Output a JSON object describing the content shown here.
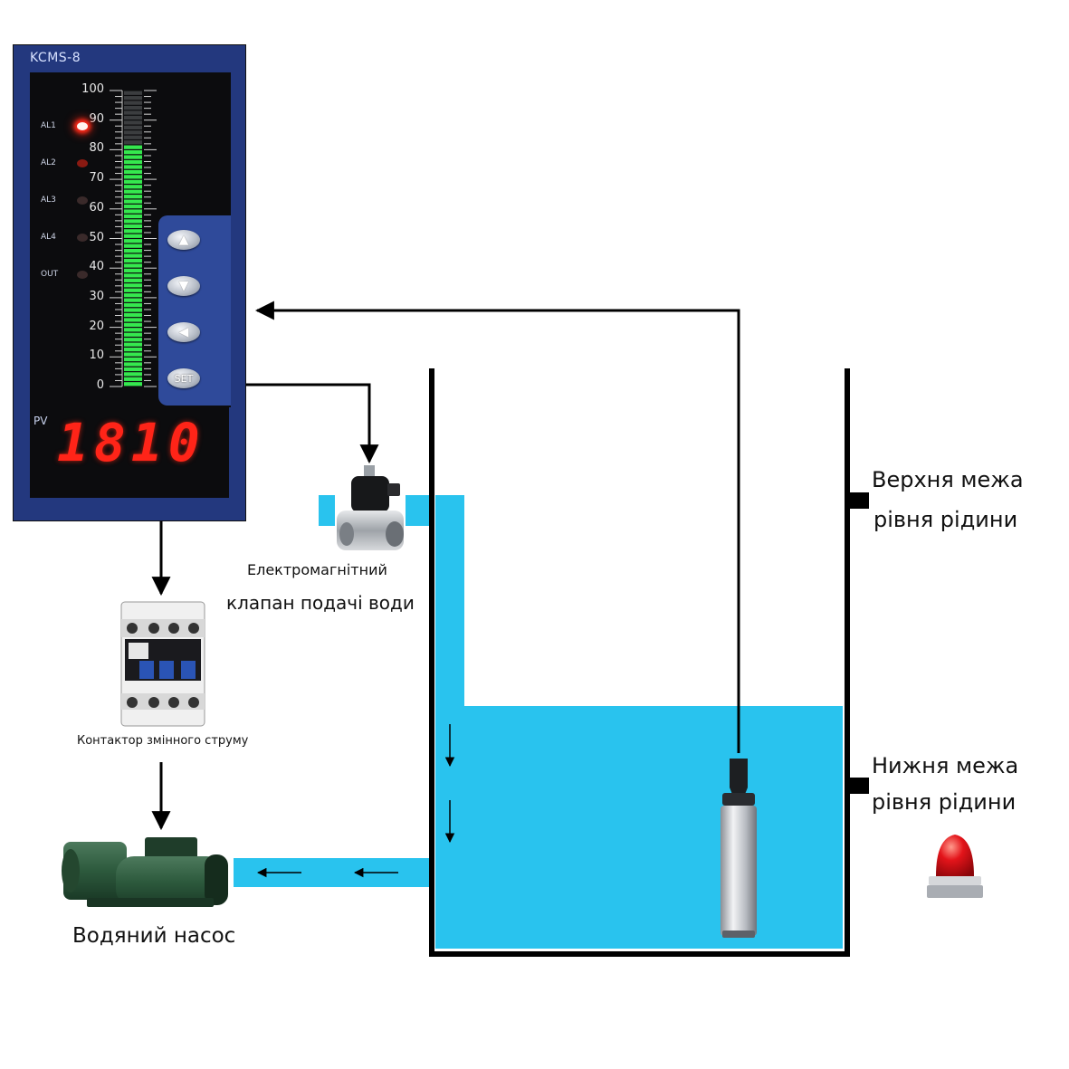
{
  "controller": {
    "model": "KCMS-8",
    "scale_ticks": [
      "100",
      "90",
      "80",
      "70",
      "60",
      "50",
      "40",
      "30",
      "20",
      "10",
      "0"
    ],
    "bar_level_percent": 83,
    "indicators": [
      {
        "label": "AL1",
        "state": "on"
      },
      {
        "label": "AL2",
        "state": "dim"
      },
      {
        "label": "AL3",
        "state": "off"
      },
      {
        "label": "AL4",
        "state": "off"
      },
      {
        "label": "OUT",
        "state": "off"
      }
    ],
    "buttons": [
      {
        "name": "up",
        "icon": "triangle-up-icon",
        "glyph": "▲"
      },
      {
        "name": "down",
        "icon": "triangle-down-icon",
        "glyph": "▼"
      },
      {
        "name": "left",
        "icon": "triangle-left-icon",
        "glyph": "◀"
      },
      {
        "name": "set",
        "label": "SET"
      }
    ],
    "pv_label": "PV",
    "pv_value": "1810"
  },
  "labels": {
    "valve_line1": "Електромагнітний",
    "valve_line2": "клапан подачі води",
    "contactor": "Контактор змінного струму",
    "pump": "Водяний насос",
    "upper_line1": "Верхня межа",
    "upper_line2": "рівня рідини",
    "lower_line1": "Нижня межа",
    "lower_line2": "рівня рідини"
  },
  "colors": {
    "water": "#29c3ee",
    "panel": "#23387e",
    "bar_green": "#35e84e",
    "led_red": "#ff2a1a",
    "alarm_red": "#e3141a"
  }
}
